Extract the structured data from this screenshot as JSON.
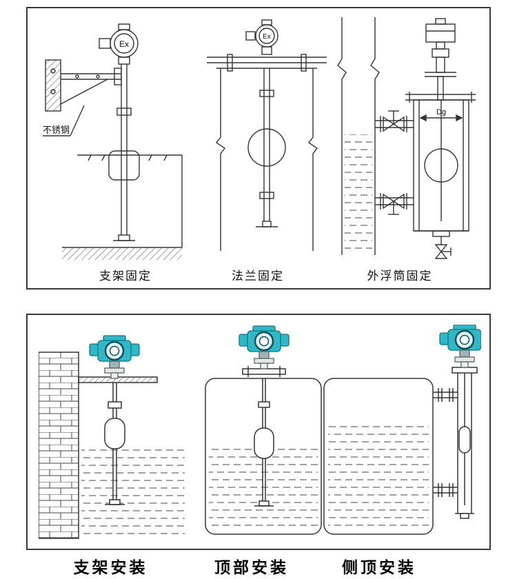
{
  "top": {
    "figures": [
      {
        "label": "支架固定",
        "ex": "Ex",
        "note": "不锈钢"
      },
      {
        "label": "法兰固定",
        "ex": "Ex"
      },
      {
        "label": "外浮筒固定",
        "dg": "Dg"
      }
    ]
  },
  "bottom": {
    "figures": [
      {
        "label": "支架安装"
      },
      {
        "label": "顶部安装"
      },
      {
        "label": "侧顶安装"
      }
    ]
  },
  "colors": {
    "accent_teal": "#2fb8c5",
    "line": "#333333"
  }
}
